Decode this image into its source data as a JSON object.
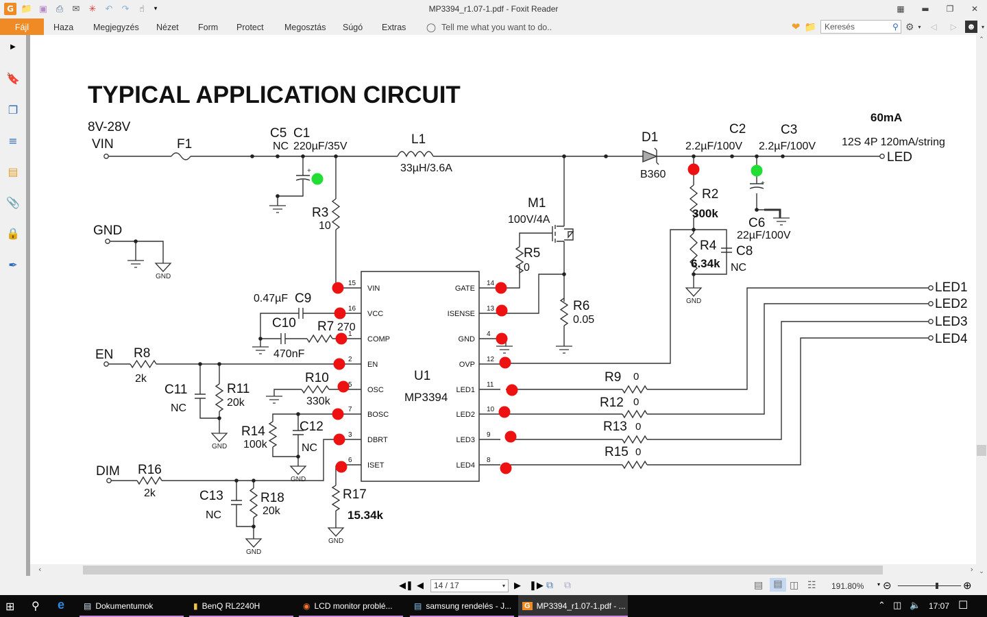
{
  "window": {
    "title": "MP3394_r1.07-1.pdf - Foxit Reader",
    "controls": [
      "fullscreen-icon",
      "minimize-icon",
      "restore-icon",
      "close-icon"
    ]
  },
  "quick_access": [
    "app-logo",
    "open-icon",
    "save-icon",
    "print-icon",
    "email-icon",
    "new-icon",
    "undo-icon",
    "redo-icon",
    "hand-tool-icon"
  ],
  "ribbon": {
    "tabs": [
      {
        "label": "Fájl",
        "active": true
      },
      {
        "label": "Haza"
      },
      {
        "label": "Megjegyzés"
      },
      {
        "label": "Nézet"
      },
      {
        "label": "Form"
      },
      {
        "label": "Protect"
      },
      {
        "label": "Megosztás"
      },
      {
        "label": "Súgó"
      },
      {
        "label": "Extras"
      }
    ],
    "tell_me": "Tell me what you want to do..",
    "search_placeholder": "Keresés"
  },
  "left_pane": [
    "bookmarks-icon",
    "pages-icon",
    "layers-icon",
    "comments-icon",
    "attachments-icon",
    "security-icon",
    "signatures-icon"
  ],
  "schematic": {
    "title": "TYPICAL APPLICATION CIRCUIT",
    "labels": {
      "vin_range": "8V-28V",
      "vin": "VIN",
      "gnd": "GND",
      "en": "EN",
      "dim": "DIM",
      "led": "LED",
      "led_current": "60mA",
      "led_config": "12S  4P  120mA/string",
      "gnd_small": "GND"
    },
    "components": {
      "F1": {
        "name": "F1"
      },
      "C5": {
        "name": "C5",
        "value": "NC"
      },
      "C1": {
        "name": "C1",
        "value": "220µF/35V"
      },
      "L1": {
        "name": "L1",
        "value": "33µH/3.6A"
      },
      "D1": {
        "name": "D1",
        "value": "B360"
      },
      "C2": {
        "name": "C2",
        "value": "2.2µF/100V"
      },
      "C3": {
        "name": "C3",
        "value": "2.2µF/100V"
      },
      "M1": {
        "name": "M1",
        "value": "100V/4A"
      },
      "R2": {
        "name": "R2",
        "value": "300k"
      },
      "R3": {
        "name": "R3",
        "value": "10"
      },
      "R4": {
        "name": "R4",
        "value": "6.34k"
      },
      "R5": {
        "name": "R5",
        "value": "0"
      },
      "R6": {
        "name": "R6",
        "value": "0.05"
      },
      "C6": {
        "name": "C6",
        "value": "22µF/100V"
      },
      "C8": {
        "name": "C8",
        "value": "NC"
      },
      "C9": {
        "name": "C9",
        "value": "0.47µF"
      },
      "C10": {
        "name": "C10",
        "value": "470nF"
      },
      "R7": {
        "name": "R7",
        "value": "270"
      },
      "R8": {
        "name": "R8",
        "value": "2k"
      },
      "C11": {
        "name": "C11",
        "value": "NC"
      },
      "R11": {
        "name": "R11",
        "value": "20k"
      },
      "R10": {
        "name": "R10",
        "value": "330k"
      },
      "R14": {
        "name": "R14",
        "value": "100k"
      },
      "C12": {
        "name": "C12",
        "value": "NC"
      },
      "R16": {
        "name": "R16",
        "value": "2k"
      },
      "C13": {
        "name": "C13",
        "value": "NC"
      },
      "R18": {
        "name": "R18",
        "value": "20k"
      },
      "R17": {
        "name": "R17",
        "value": "15.34k"
      },
      "R9": {
        "name": "R9",
        "value": "0"
      },
      "R12": {
        "name": "R12",
        "value": "0"
      },
      "R13": {
        "name": "R13",
        "value": "0"
      },
      "R15": {
        "name": "R15",
        "value": "0"
      }
    },
    "ic": {
      "ref": "U1",
      "part": "MP3394",
      "left_pins": [
        {
          "num": "15",
          "name": "VIN"
        },
        {
          "num": "16",
          "name": "VCC"
        },
        {
          "num": "1",
          "name": "COMP"
        },
        {
          "num": "2",
          "name": "EN"
        },
        {
          "num": "5",
          "name": "OSC"
        },
        {
          "num": "7",
          "name": "BOSC"
        },
        {
          "num": "3",
          "name": "DBRT"
        },
        {
          "num": "6",
          "name": "ISET"
        }
      ],
      "right_pins": [
        {
          "num": "14",
          "name": "GATE"
        },
        {
          "num": "13",
          "name": "ISENSE"
        },
        {
          "num": "4",
          "name": "GND"
        },
        {
          "num": "12",
          "name": "OVP"
        },
        {
          "num": "11",
          "name": "LED1"
        },
        {
          "num": "10",
          "name": "LED2"
        },
        {
          "num": "9",
          "name": "LED3"
        },
        {
          "num": "8",
          "name": "LED4"
        }
      ]
    },
    "led_outputs": [
      "LED1",
      "LED2",
      "LED3",
      "LED4"
    ],
    "markers": {
      "red": "#ee1111",
      "green": "#22dd33"
    }
  },
  "statusbar": {
    "page": "14 / 17",
    "zoom": "191.80%",
    "zoom_level_fraction": 0.6
  },
  "taskbar": {
    "items": [
      {
        "label": "Dokumentumok"
      },
      {
        "label": "BenQ RL2240H"
      },
      {
        "label": "LCD monitor problé..."
      },
      {
        "label": "samsung rendelés - J..."
      },
      {
        "label": "MP3394_r1.07-1.pdf - ...",
        "active": true
      }
    ],
    "clock": "17:07"
  }
}
